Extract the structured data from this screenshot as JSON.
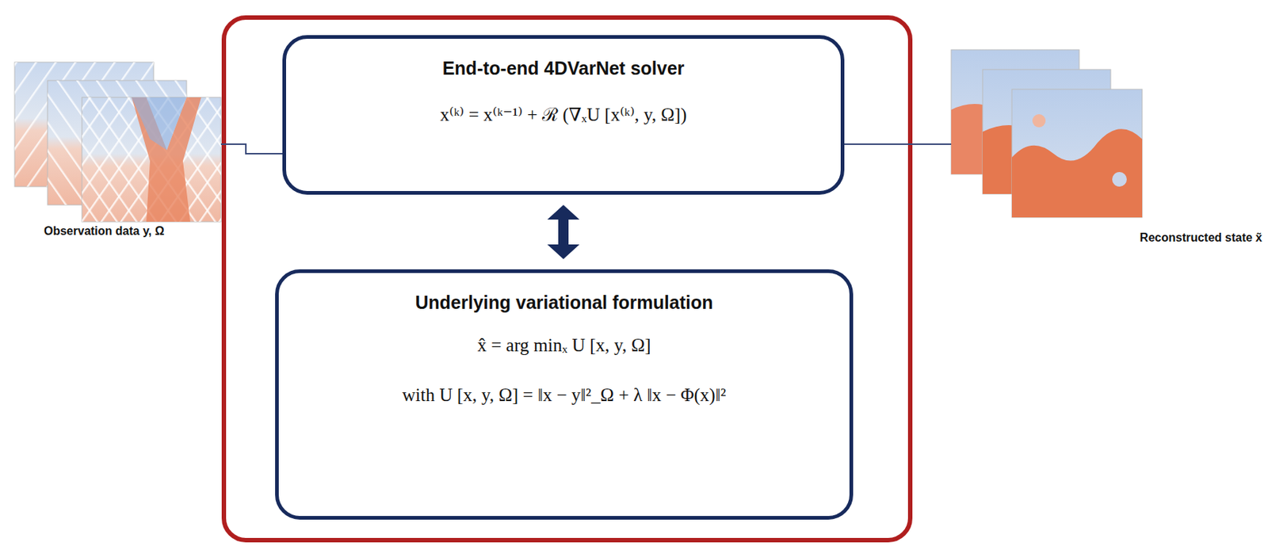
{
  "diagram": {
    "nodes": [
      {
        "text": [
          "End-to-end 4DVarNet solver",
          "x⁽ᵏ⁾ = x⁽ᵏ⁻¹⁾ + ℛ (∇ₓU [x⁽ᵏ⁾, y, Ω])"
        ]
      },
      {
        "text": [
          "Underlying variational formulation",
          "x̂ = arg minₓ U [x, y, Ω]",
          "with U [x, y, Ω] = ‖x − y‖²_Ω + λ ‖x − Φ(x)‖²"
        ]
      }
    ],
    "edges": [
      {
        "from": 0,
        "to": 1,
        "arrow": "both"
      }
    ],
    "labels": [
      "Observation data y, Ω",
      "Reconstructed state x̃"
    ]
  }
}
